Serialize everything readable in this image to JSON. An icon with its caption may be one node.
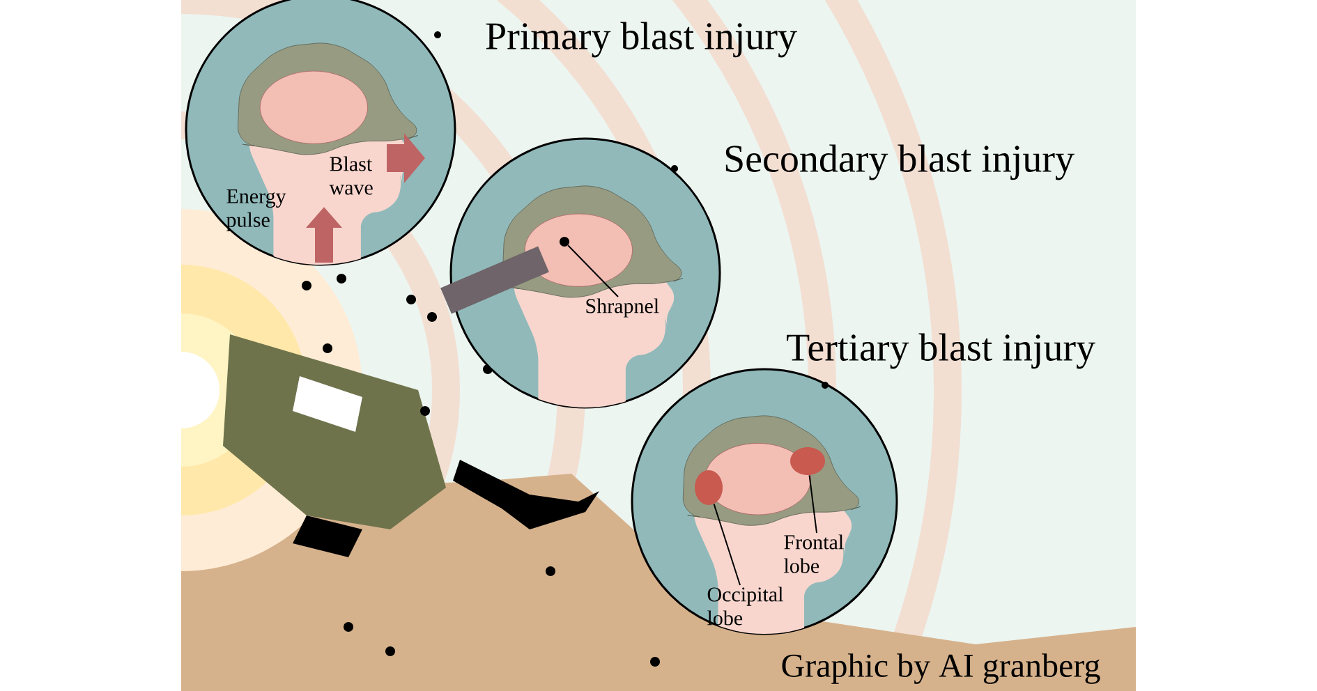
{
  "diagram": {
    "nodes": [
      {
        "text": [
          "Primary blast injury",
          "Energy pulse",
          "Blast wave"
        ]
      },
      {
        "text": [
          "Secondary blast injury"
        ]
      },
      {
        "text": [
          "Shrapnel"
        ],
        "in": 1
      },
      {
        "text": [],
        "shape": "circle",
        "in": 1
      },
      {
        "text": [
          "Tertiary blast injury"
        ]
      },
      {
        "text": [
          "Frontal lobe"
        ],
        "in": 4
      },
      {
        "text": [],
        "shape": "circle",
        "in": 4
      },
      {
        "text": [
          "Occipital lobe"
        ],
        "in": 4
      },
      {
        "text": [],
        "shape": "circle",
        "in": 4
      }
    ],
    "edges": [
      {
        "from": 2,
        "to": 3,
        "arrow": "none"
      },
      {
        "from": 5,
        "to": 6,
        "arrow": "none"
      },
      {
        "from": 7,
        "to": 8,
        "arrow": "none"
      }
    ],
    "labels": [
      "Graphic by AI granberg"
    ]
  }
}
